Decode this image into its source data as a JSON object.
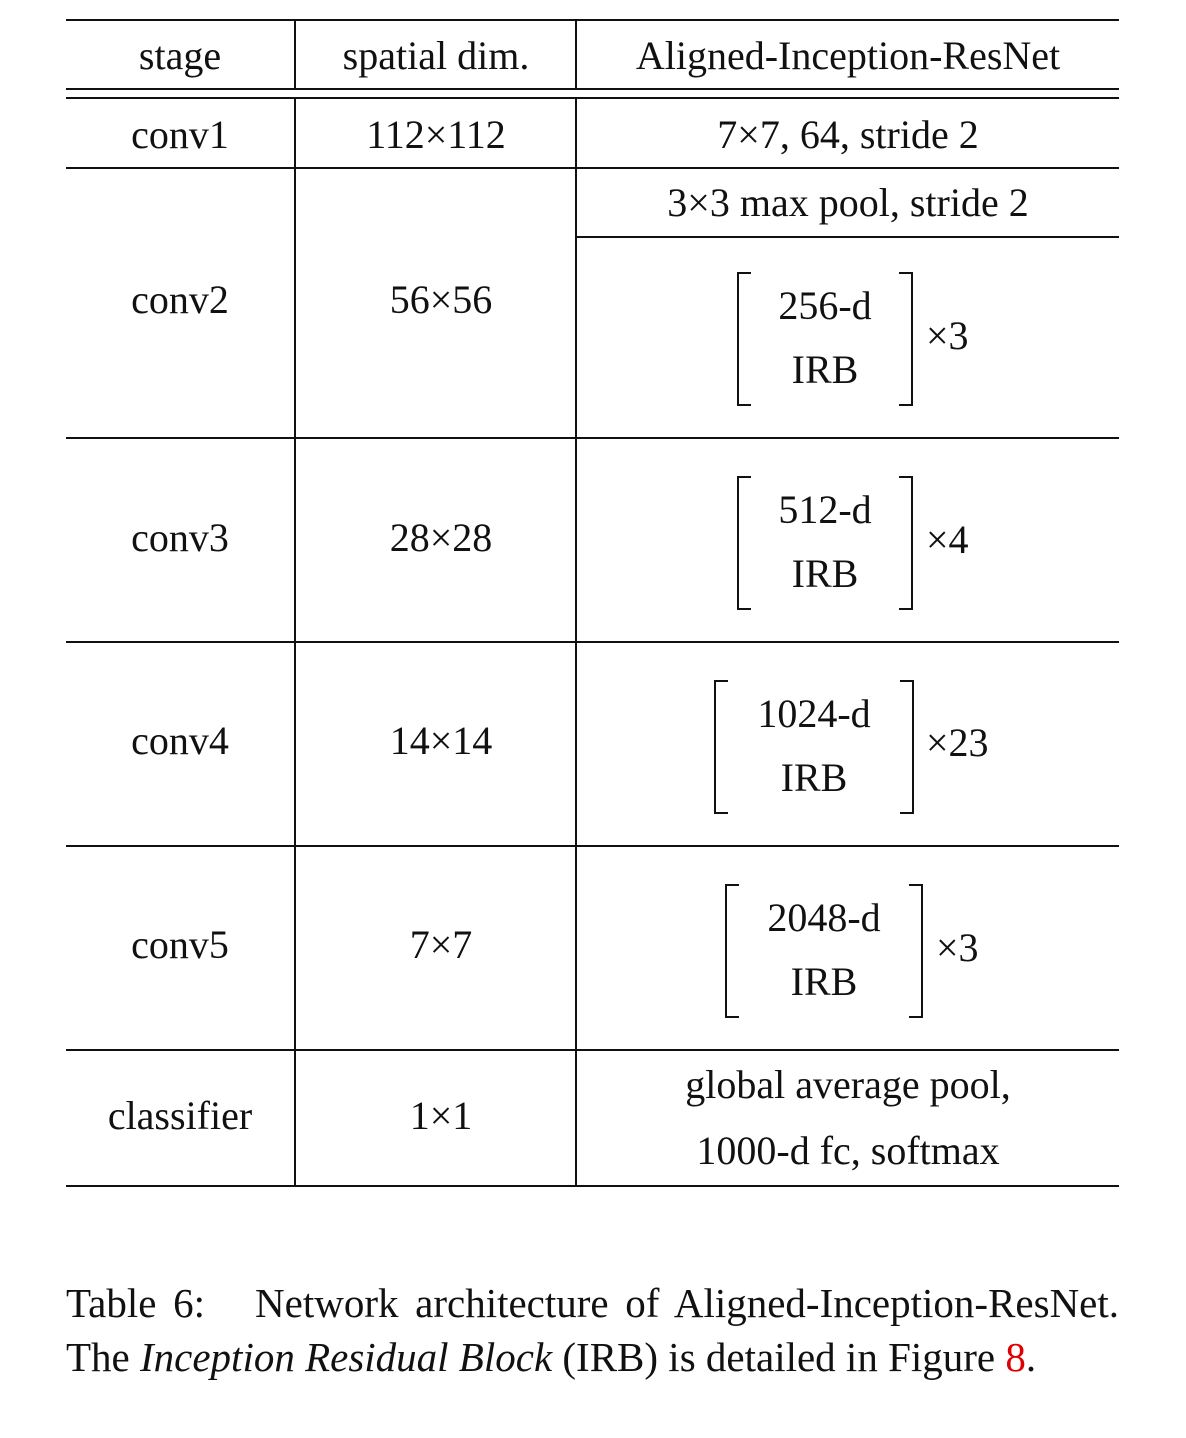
{
  "table": {
    "headers": [
      "stage",
      "spatial dim.",
      "Aligned-Inception-ResNet"
    ],
    "conv1": {
      "stage": "conv1",
      "dim": "112×112",
      "arch": "7×7, 64, stride 2"
    },
    "conv2": {
      "stage": "conv2",
      "dim": "56×56",
      "pool": "3×3 max pool, stride 2",
      "block_top": "256-d",
      "block_bottom": "IRB",
      "repeat": "×3"
    },
    "conv3": {
      "stage": "conv3",
      "dim": "28×28",
      "block_top": "512-d",
      "block_bottom": "IRB",
      "repeat": "×4"
    },
    "conv4": {
      "stage": "conv4",
      "dim": "14×14",
      "block_top": "1024-d",
      "block_bottom": "IRB",
      "repeat": "×23"
    },
    "conv5": {
      "stage": "conv5",
      "dim": "7×7",
      "block_top": "2048-d",
      "block_bottom": "IRB",
      "repeat": "×3"
    },
    "classifier": {
      "stage": "classifier",
      "dim": "1×1",
      "arch_line1": "global average pool,",
      "arch_line2": "1000-d fc, softmax"
    }
  },
  "caption": {
    "label": "Table 6:",
    "text_before": "Network architecture of Aligned-Inception-ResNet. The",
    "italic": "Inception Residual Block",
    "text_after": "(IRB) is detailed in Figure",
    "ref": "8",
    "end": "."
  },
  "colors": {
    "text": "#111111",
    "reference_link": "#e00000"
  }
}
